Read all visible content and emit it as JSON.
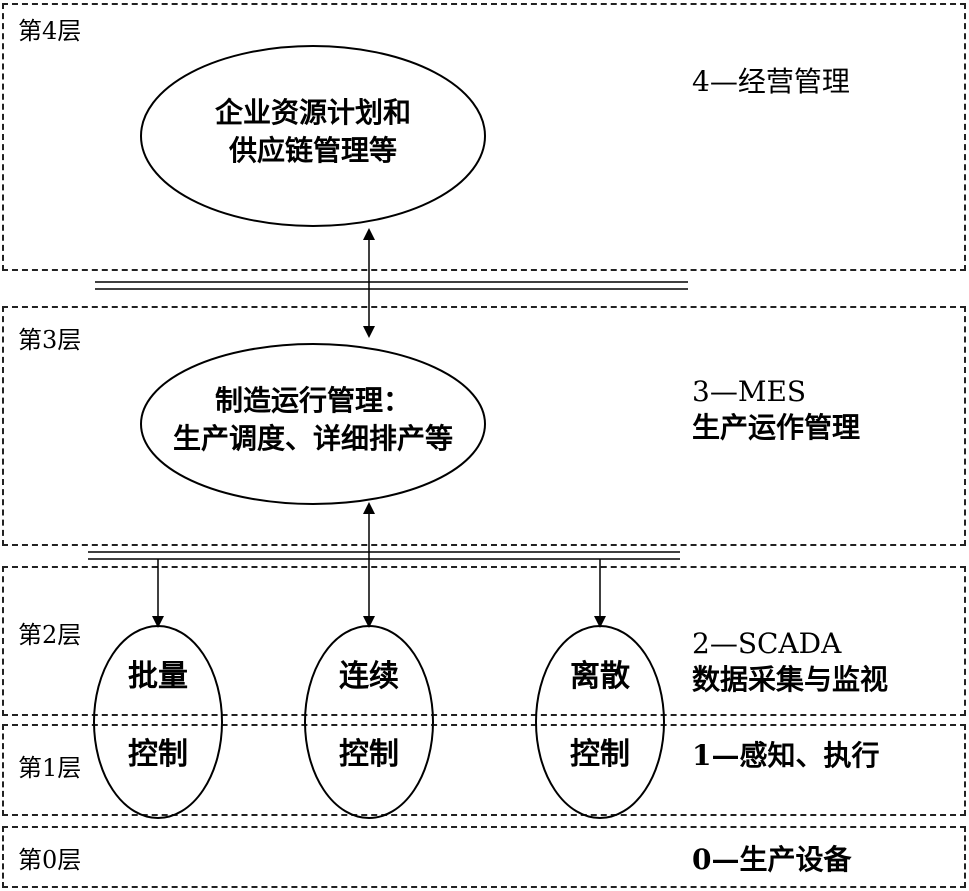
{
  "layers": [
    {
      "label": "第4层",
      "desc_line1": "4—经营管理",
      "desc_line2": ""
    },
    {
      "label": "第3层",
      "desc_line1": "3—MES",
      "desc_line2": "生产运作管理"
    },
    {
      "label": "第2层",
      "desc_line1": "2—SCADA",
      "desc_line2": "数据采集与监视"
    },
    {
      "label": "第1层",
      "desc_line1": "1—感知、执行",
      "desc_line2": ""
    },
    {
      "label": "第0层",
      "desc_line1": "0—生产设备",
      "desc_line2": ""
    }
  ],
  "nodes": {
    "erp": {
      "line1": "企业资源计划和",
      "line2": "供应链管理等"
    },
    "mes": {
      "line1": "制造运行管理：",
      "line2": "生产调度、详细排产等"
    },
    "batch": {
      "top": "批量",
      "bottom": "控制"
    },
    "continuous": {
      "top": "连续",
      "bottom": "控制"
    },
    "discrete": {
      "top": "离散",
      "bottom": "控制"
    }
  }
}
